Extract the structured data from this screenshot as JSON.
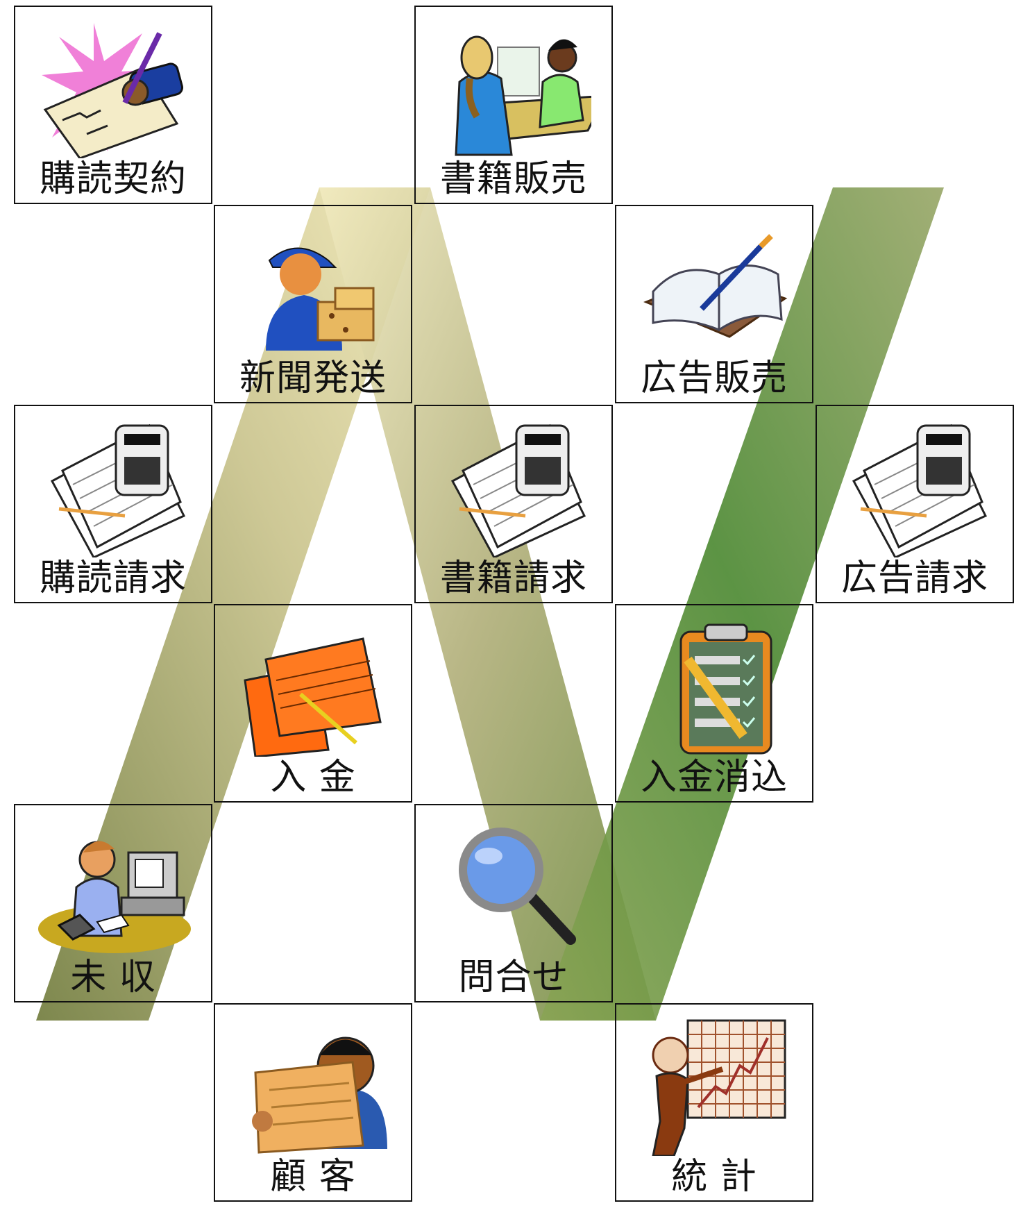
{
  "tiles": [
    {
      "id": "subscription-contract",
      "label": "購読契約",
      "icon": "contract-signing-icon",
      "interactable": true
    },
    {
      "id": "book-sales",
      "label": "書籍販売",
      "icon": "sales-counter-icon",
      "interactable": true
    },
    {
      "id": "newspaper-delivery",
      "label": "新聞発送",
      "icon": "delivery-person-icon",
      "interactable": true
    },
    {
      "id": "ad-sales",
      "label": "広告販売",
      "icon": "open-ledger-icon",
      "interactable": true
    },
    {
      "id": "subscription-billing",
      "label": "購読請求",
      "icon": "billing-calculator-icon",
      "interactable": true
    },
    {
      "id": "book-billing",
      "label": "書籍請求",
      "icon": "billing-calculator-icon",
      "interactable": true
    },
    {
      "id": "ad-billing",
      "label": "広告請求",
      "icon": "billing-calculator-icon",
      "interactable": true
    },
    {
      "id": "payment-receipt",
      "label": "入 金",
      "icon": "payment-slip-icon",
      "interactable": true
    },
    {
      "id": "payment-reconciliation",
      "label": "入金消込",
      "icon": "checklist-clipboard-icon",
      "interactable": true
    },
    {
      "id": "outstanding",
      "label": "未 収",
      "icon": "phone-operator-icon",
      "interactable": true
    },
    {
      "id": "inquiry",
      "label": "問合せ",
      "icon": "magnifier-icon",
      "interactable": true
    },
    {
      "id": "customer",
      "label": "顧 客",
      "icon": "newspaper-reader-icon",
      "interactable": true
    },
    {
      "id": "statistics",
      "label": "統 計",
      "icon": "growth-chart-presenter-icon",
      "interactable": true
    }
  ],
  "colors": {
    "band_light": "#e8dfa4",
    "band_mid": "#a7a96a",
    "band_dark": "#4f8734",
    "grid_line": "#111111"
  }
}
